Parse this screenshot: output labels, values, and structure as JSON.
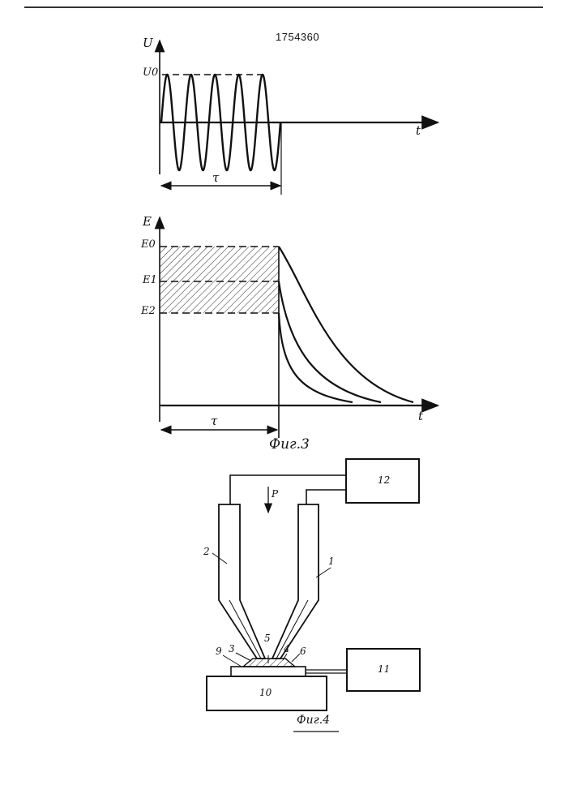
{
  "document": {
    "patent_number": "1754360"
  },
  "fig3": {
    "caption": "Фиг.3",
    "top_graph": {
      "y_axis_label": "U",
      "x_axis_label": "t",
      "amplitude_label": "U0",
      "duration_label": "τ",
      "cycles": 5
    },
    "bottom_graph": {
      "y_axis_label": "E",
      "x_axis_label": "t",
      "levels": [
        "E0",
        "E1",
        "E2"
      ],
      "duration_label": "τ"
    }
  },
  "fig4": {
    "caption": "Фиг.4",
    "force_label": "P",
    "part_labels": [
      "1",
      "2",
      "3",
      "4",
      "5",
      "6",
      "9",
      "10",
      "11",
      "12"
    ]
  },
  "colors": {
    "ink": "#111111",
    "background": "#ffffff"
  }
}
